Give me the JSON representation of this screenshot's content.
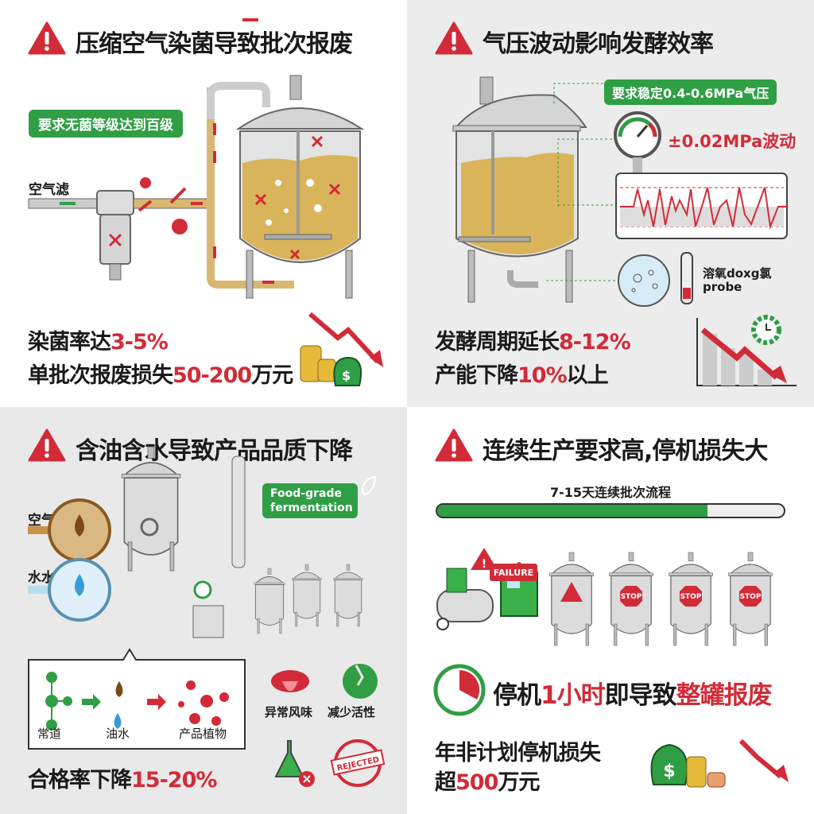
{
  "colors": {
    "accent_red": "#d22b38",
    "accent_green": "#2f9e44",
    "liquid": "#d9b45a"
  },
  "panels": [
    {
      "title": "压缩空气染菌导致批次报废",
      "icon": "warning-icon",
      "callout": "要求无菌等级达到百级",
      "source_label": "空气滤",
      "stats": [
        {
          "prefix": "染菌率达",
          "value": "3-5%",
          "suffix": ""
        },
        {
          "prefix": "单批次报废损失",
          "value": "50-200",
          "suffix": "万元"
        }
      ]
    },
    {
      "title": "气压波动影响发酵效率",
      "icon": "warning-icon",
      "callout": "要求稳定0.4-0.6MPa气压",
      "fluctuation": "±0.02MPa波动",
      "probe_label_1": "溶氧doxg氯",
      "probe_label_2": "probe",
      "stats": [
        {
          "prefix": "发酵周期延长",
          "value": "8-12%",
          "suffix": ""
        },
        {
          "prefix": "产能下降",
          "value": "10%",
          "suffix": "以上"
        }
      ]
    },
    {
      "title": "含油含水导致产品品质下降",
      "icon": "warning-icon",
      "input_air": "空气",
      "input_water": "水水",
      "callout": "Food-grade fermentation",
      "flow": [
        "常道",
        "油水",
        "产品植物"
      ],
      "effects": [
        "异常风味",
        "减少活性"
      ],
      "stamp": "REJECTED",
      "stats": [
        {
          "prefix": "合格率下降",
          "value": "15-20%",
          "suffix": ""
        }
      ]
    },
    {
      "title": "连续生产要求高,停机损失大",
      "icon": "warning-icon",
      "process_label": "7-15天连续批次流程",
      "process_progress": 0.78,
      "failure_label": "FAILURE",
      "stop_label": "STOP",
      "headline": {
        "a": "停机",
        "b": "1小时",
        "c": "即导致",
        "d": "整罐报废"
      },
      "stats": [
        {
          "prefix": "年非计划停机损失",
          "value": "",
          "suffix": ""
        },
        {
          "prefix": "超",
          "value": "500",
          "suffix": "万元"
        }
      ]
    }
  ]
}
